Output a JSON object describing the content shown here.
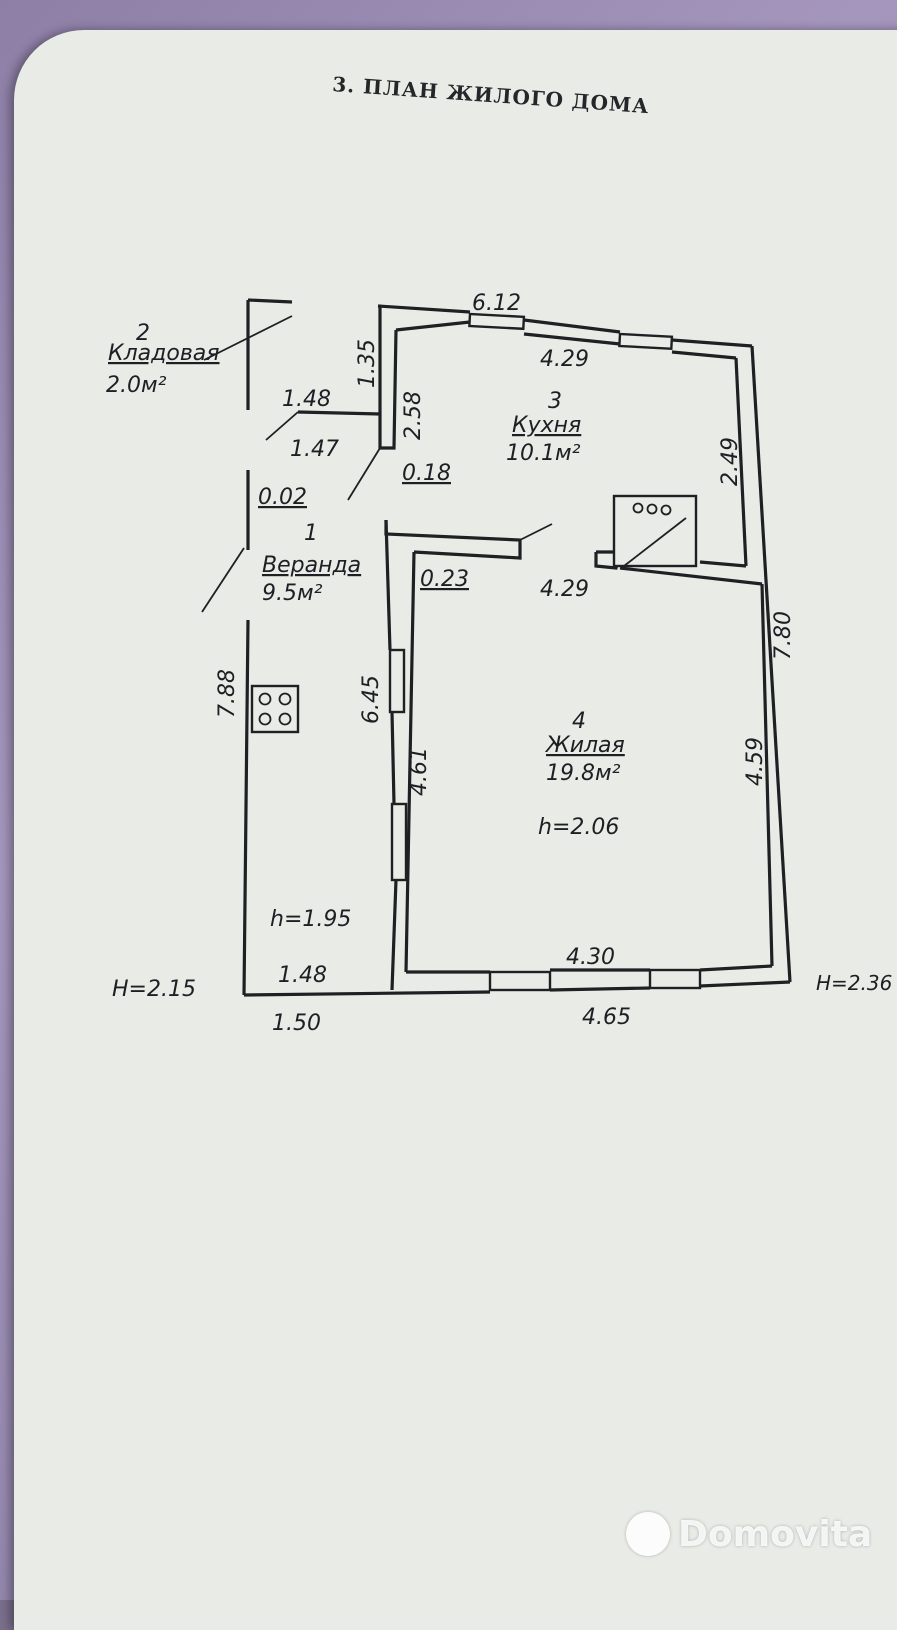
{
  "document": {
    "title": "3. ПЛАН ЖИЛОГО ДОМА"
  },
  "rooms": {
    "veranda": {
      "number": "1",
      "name": "Веранда",
      "area": "9.5м²"
    },
    "storage": {
      "number": "2",
      "name": "Кладовая",
      "area": "2.0м²"
    },
    "kitchen": {
      "number": "3",
      "name": "Кухня",
      "area": "10.1м²"
    },
    "living": {
      "number": "4",
      "name": "Жилая",
      "area": "19.8м²"
    }
  },
  "dimensions": {
    "top_outer": "6.12",
    "kitchen_top": "4.29",
    "kitchen_bottom": "4.29",
    "kitchen_right": "2.49",
    "right_outer": "7.80",
    "living_right": "4.59",
    "living_bottom_inner": "4.30",
    "bottom_outer_right": "4.65",
    "bottom_outer_left": "1.50",
    "veranda_bottom_inner": "1.48",
    "left_outer": "7.88",
    "partition_height": "6.45",
    "living_left": "4.61",
    "storage_wall_vertical": "1.35",
    "kitchen_left": "2.58",
    "storage_width": "1.48",
    "storage_depth": "1.47",
    "wall_018": "0.18",
    "wall_002": "0.02",
    "wall_023": "0.23"
  },
  "heights": {
    "veranda": "h=1.95",
    "living": "h=2.06",
    "outer_left": "H=2.15",
    "outer_right": "H=2.36"
  },
  "watermark": {
    "text": "Domovita"
  }
}
